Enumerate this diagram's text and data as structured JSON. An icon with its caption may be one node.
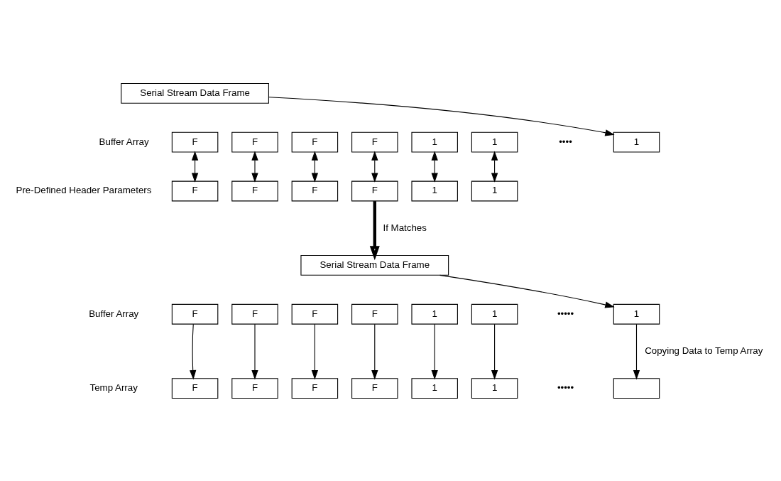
{
  "diagram": {
    "nodes": [
      {
        "text": [
          "Serial Stream Data Frame"
        ]
      },
      {
        "text": [
          "F"
        ]
      },
      {
        "text": [
          "F"
        ]
      },
      {
        "text": [
          "F"
        ]
      },
      {
        "text": [
          "F"
        ]
      },
      {
        "text": [
          "1"
        ]
      },
      {
        "text": [
          "1"
        ]
      },
      {
        "text": [
          "1"
        ]
      },
      {
        "text": [
          "F"
        ]
      },
      {
        "text": [
          "F"
        ]
      },
      {
        "text": [
          "F"
        ]
      },
      {
        "text": [
          "F"
        ]
      },
      {
        "text": [
          "1"
        ]
      },
      {
        "text": [
          "1"
        ]
      },
      {
        "text": [
          "Serial Stream Data Frame"
        ]
      },
      {
        "text": [
          "F"
        ]
      },
      {
        "text": [
          "F"
        ]
      },
      {
        "text": [
          "F"
        ]
      },
      {
        "text": [
          "F"
        ]
      },
      {
        "text": [
          "1"
        ]
      },
      {
        "text": [
          "1"
        ]
      },
      {
        "text": [
          "1"
        ]
      },
      {
        "text": [
          "F"
        ]
      },
      {
        "text": [
          "F"
        ]
      },
      {
        "text": [
          "F"
        ]
      },
      {
        "text": [
          "F"
        ]
      },
      {
        "text": [
          "1"
        ]
      },
      {
        "text": [
          "1"
        ]
      },
      {
        "text": [],
        "shape": "box"
      }
    ],
    "edges": [
      {
        "from": 0,
        "to": 7,
        "arrow": "to"
      },
      {
        "from": 1,
        "to": 8,
        "arrow": "both"
      },
      {
        "from": 2,
        "to": 9,
        "arrow": "both"
      },
      {
        "from": 3,
        "to": 10,
        "arrow": "both"
      },
      {
        "from": 4,
        "to": 11,
        "arrow": "both"
      },
      {
        "from": 5,
        "to": 12,
        "arrow": "both"
      },
      {
        "from": 6,
        "to": 13,
        "arrow": "both"
      },
      {
        "from": 11,
        "to": 14,
        "arrow": "to",
        "label": "If Matches",
        "style": "thick"
      },
      {
        "from": 14,
        "to": 21,
        "arrow": "to"
      },
      {
        "from": 15,
        "to": 22,
        "arrow": "to"
      },
      {
        "from": 16,
        "to": 23,
        "arrow": "to"
      },
      {
        "from": 17,
        "to": 24,
        "arrow": "to"
      },
      {
        "from": 18,
        "to": 25,
        "arrow": "to"
      },
      {
        "from": 19,
        "to": 26,
        "arrow": "to"
      },
      {
        "from": 20,
        "to": 27,
        "arrow": "to"
      },
      {
        "from": 21,
        "to": 28,
        "arrow": "to",
        "label": "Copying Data to Temp Array"
      }
    ],
    "labels": [
      "Buffer Array",
      "••••",
      "Pre-Defined Header Parameters",
      "Buffer Array",
      "•••••",
      "Temp Array",
      "•••••"
    ]
  }
}
